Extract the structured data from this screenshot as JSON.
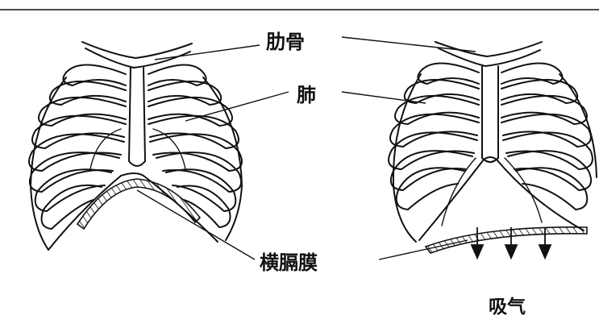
{
  "labels": {
    "ribs": "肋骨",
    "lung": "肺",
    "diaphragm": "横膈膜",
    "inhale": "吸气"
  },
  "colors": {
    "line": "#111111",
    "background": "#ffffff"
  }
}
